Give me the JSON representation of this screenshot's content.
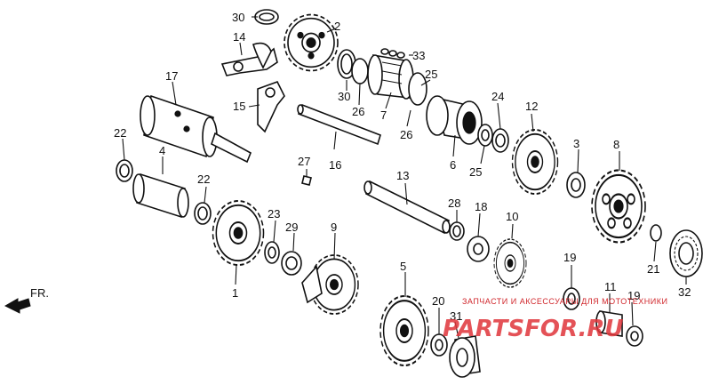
{
  "diagram": {
    "labels": [
      "30",
      "2",
      "14",
      "33",
      "17",
      "15",
      "30",
      "26",
      "7",
      "25",
      "24",
      "12",
      "22",
      "4",
      "26",
      "16",
      "6",
      "25",
      "3",
      "8",
      "27",
      "22",
      "13",
      "28",
      "18",
      "10",
      "23",
      "29",
      "9",
      "1",
      "19",
      "21",
      "5",
      "20",
      "11",
      "19",
      "32",
      "31"
    ],
    "direction_label": "FR."
  },
  "watermark": {
    "caption": "ЗАПЧАСТИ И АКСЕССУАРЫ ДЛЯ МОТОТЕХНИКИ",
    "logo": "PARTSFOR.RU"
  },
  "colors": {
    "line": "#111111",
    "background": "#ffffff",
    "watermark": "#e0353a"
  }
}
